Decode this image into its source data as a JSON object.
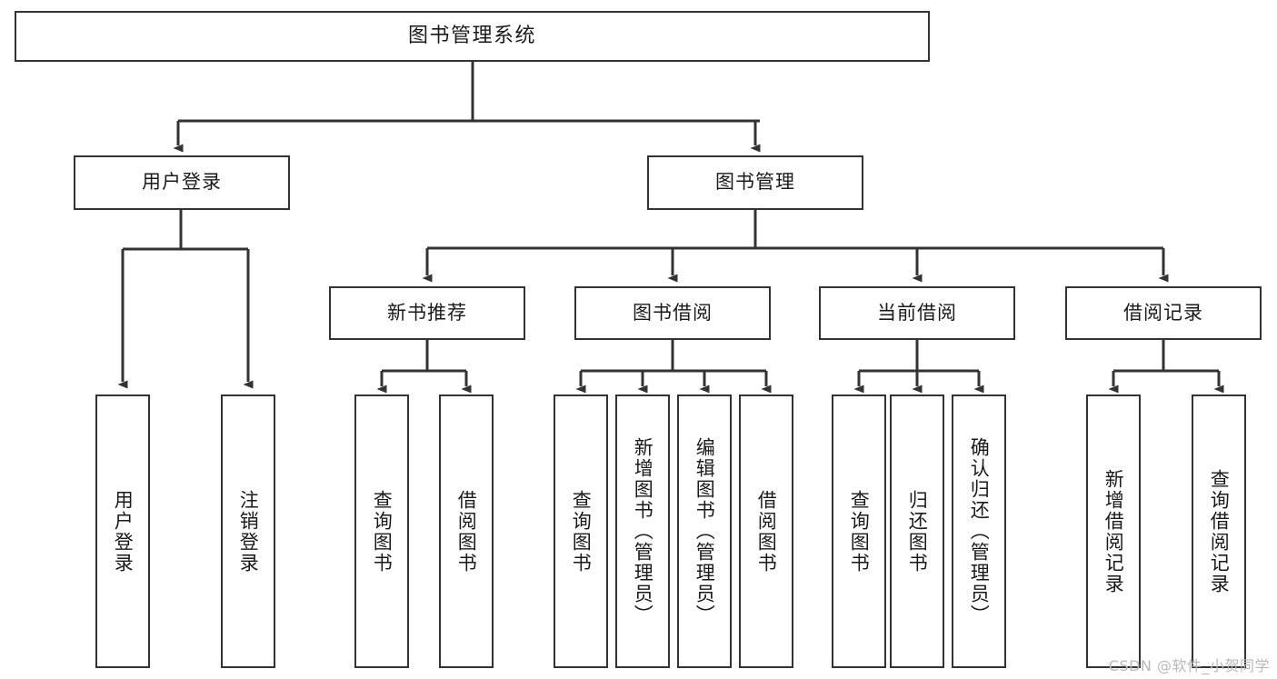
{
  "diagram": {
    "title": "图书管理系统",
    "type": "tree-hierarchy",
    "stroke_color": "#333333",
    "background_color": "#ffffff",
    "text_color": "#1a1a1a",
    "root": {
      "label": "图书管理系统",
      "children": [
        {
          "label": "用户登录",
          "children": [
            {
              "label": "用户登录"
            },
            {
              "label": "注销登录"
            }
          ]
        },
        {
          "label": "图书管理",
          "children": [
            {
              "label": "新书推荐",
              "children": [
                {
                  "label": "查询图书"
                },
                {
                  "label": "借阅图书"
                }
              ]
            },
            {
              "label": "图书借阅",
              "children": [
                {
                  "label": "查询图书"
                },
                {
                  "label": "新增图书（管理员）"
                },
                {
                  "label": "编辑图书（管理员）"
                },
                {
                  "label": "借阅图书"
                }
              ]
            },
            {
              "label": "当前借阅",
              "children": [
                {
                  "label": "查询图书"
                },
                {
                  "label": "归还图书"
                },
                {
                  "label": "确认归还（管理员）"
                }
              ]
            },
            {
              "label": "借阅记录",
              "children": [
                {
                  "label": "新增借阅记录"
                },
                {
                  "label": "查询借阅记录"
                }
              ]
            }
          ]
        }
      ]
    }
  },
  "nodes": {
    "root": "图书管理系统",
    "user_login": "用户登录",
    "book_manage": "图书管理",
    "new_book_rec": "新书推荐",
    "book_borrow": "图书借阅",
    "current_borrow": "当前借阅",
    "borrow_record": "借阅记录",
    "leaf_user_login": "用户登录",
    "leaf_logout": "注销登录",
    "leaf_nbr_query": "查询图书",
    "leaf_nbr_borrow": "借阅图书",
    "leaf_bb_query": "查询图书",
    "leaf_bb_add": "新增图书（管理员）",
    "leaf_bb_edit": "编辑图书（管理员）",
    "leaf_bb_borrow": "借阅图书",
    "leaf_cb_query": "查询图书",
    "leaf_cb_return": "归还图书",
    "leaf_cb_confirm": "确认归还（管理员）",
    "leaf_br_add": "新增借阅记录",
    "leaf_br_query": "查询借阅记录"
  },
  "watermark": {
    "text": "CSDN @软件_小贺同学"
  }
}
